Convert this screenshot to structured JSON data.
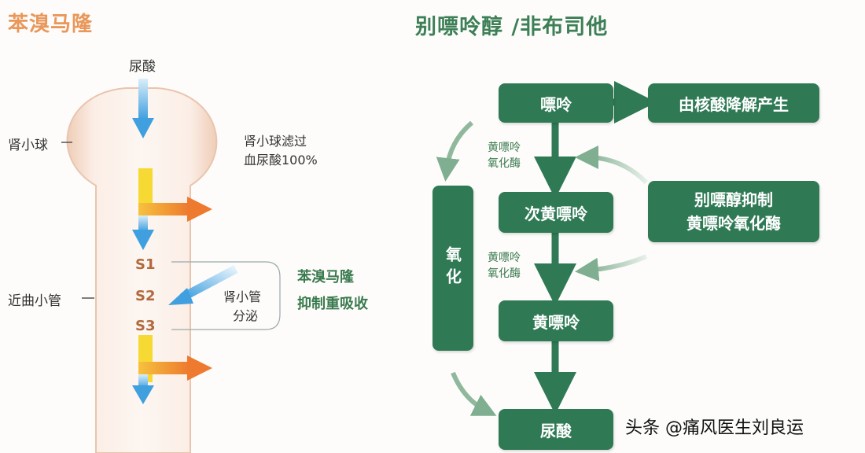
{
  "left": {
    "title": "苯溴马隆",
    "uric_acid_top": "尿酸",
    "glomerulus_label": "肾小球",
    "glomerulus_filter": [
      "肾小球滤过",
      "血尿酸100%"
    ],
    "proximal_tubule_label": "近曲小管",
    "segments": [
      "S1",
      "S2",
      "S3"
    ],
    "tubular_secretion": [
      "肾小管",
      "分泌"
    ],
    "drug_note": [
      "苯溴马隆",
      "抑制重吸收"
    ]
  },
  "right": {
    "title": "别嘌呤醇 /非布司他",
    "purine": "嘌呤",
    "nucleic_acid": "由核酸降解产生",
    "oxidation": "氧化",
    "hypoxanthine": "次黄嘌呤",
    "xanthine": "黄嘌呤",
    "uric_acid": "尿酸",
    "enzyme_1": [
      "黄嘌呤",
      "氧化酶"
    ],
    "enzyme_2": [
      "黄嘌呤",
      "氧化酶"
    ],
    "inhibit_box": [
      "别嘌醇抑制",
      "黄嘌呤氧化酶"
    ]
  },
  "watermark": "头条 @痛风医生刘良运",
  "colors": {
    "orange_title": "#e9975a",
    "green_title": "#3d7f57",
    "green_box": "#2f7a55",
    "tubule_fill": "#f6e6dc",
    "blue_arrow": "#5aaee3",
    "yellow_arrow": "#f6d935",
    "orange_arrow": "#ef8a3c"
  }
}
